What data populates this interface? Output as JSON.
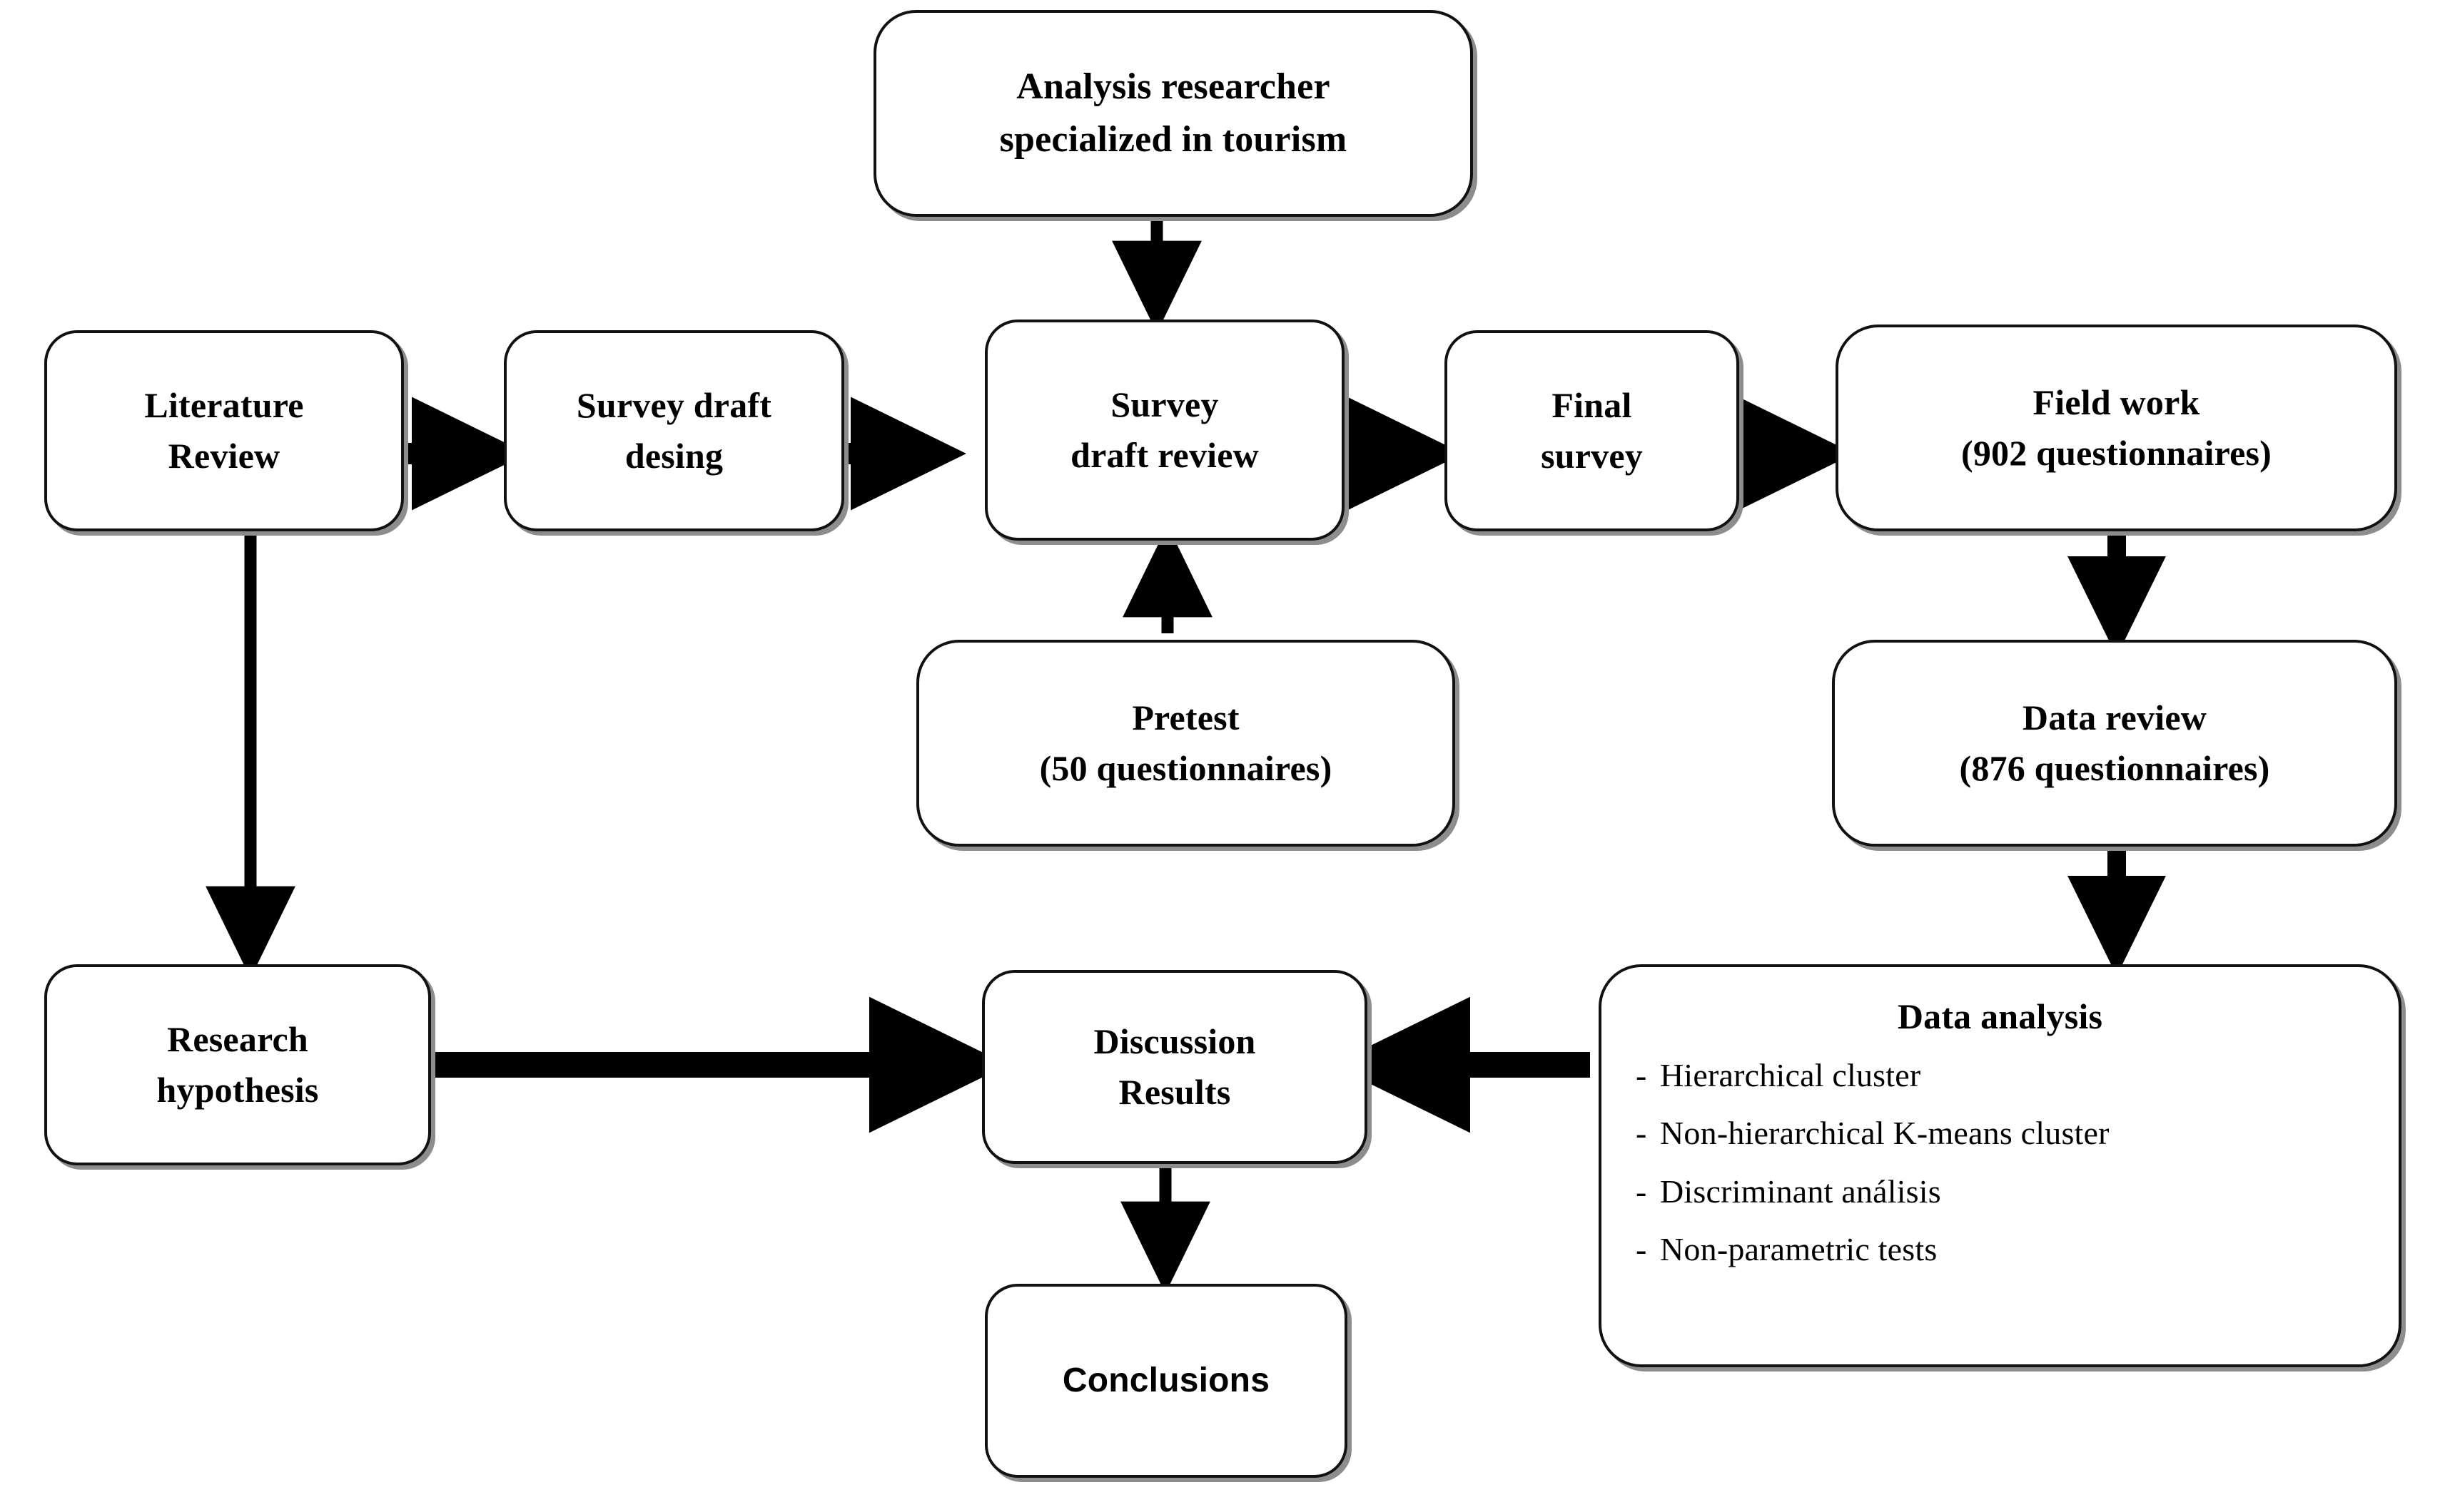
{
  "diagram": {
    "title": "Research methodology flowchart",
    "colors": {
      "box_border": "#111111",
      "box_fill": "#ffffff",
      "box_shadow": "#8d8d8d",
      "arrow": "#000000",
      "page_background": "#ffffff"
    },
    "nodes": {
      "analysis_researcher": {
        "line1": "Analysis  researcher",
        "line2": "specialized in tourism"
      },
      "literature_review": {
        "line1": "Literature",
        "line2": "Review"
      },
      "survey_draft_design": {
        "line1": "Survey draft",
        "line2": "desing"
      },
      "survey_draft_review": {
        "line1": "Survey",
        "line2": "draft review"
      },
      "final_survey": {
        "line1": "Final",
        "line2": "survey"
      },
      "field_work": {
        "line1": "Field work",
        "line2": "(902 questionnaires)"
      },
      "pretest": {
        "line1": "Pretest",
        "line2": "(50 questionnaires)"
      },
      "data_review": {
        "line1": "Data review",
        "line2": "(876 questionnaires)"
      },
      "research_hypothesis": {
        "line1": "Research",
        "line2": "hypothesis"
      },
      "discussion_results": {
        "line1": "Discussion",
        "line2": "Results"
      },
      "data_analysis": {
        "title": "Data analysis",
        "bullet_marker": "-",
        "items": [
          "Hierarchical cluster",
          "Non-hierarchical K-means cluster",
          "Discriminant análisis",
          "Non-parametric tests"
        ]
      },
      "conclusions": {
        "label": "Conclusions"
      }
    },
    "edges": [
      {
        "id": "researcher-to-draft-review",
        "from": "analysis_researcher",
        "to": "survey_draft_review",
        "direction": "down"
      },
      {
        "id": "literature-to-draft-design",
        "from": "literature_review",
        "to": "survey_draft_design",
        "direction": "right"
      },
      {
        "id": "draft-design-to-draft-review",
        "from": "survey_draft_design",
        "to": "survey_draft_review",
        "direction": "right"
      },
      {
        "id": "draft-review-to-final-survey",
        "from": "survey_draft_review",
        "to": "final_survey",
        "direction": "right"
      },
      {
        "id": "final-survey-to-field-work",
        "from": "final_survey",
        "to": "field_work",
        "direction": "right"
      },
      {
        "id": "pretest-to-draft-review",
        "from": "pretest",
        "to": "survey_draft_review",
        "direction": "up"
      },
      {
        "id": "field-work-to-data-review",
        "from": "field_work",
        "to": "data_review",
        "direction": "down"
      },
      {
        "id": "data-review-to-data-analysis",
        "from": "data_review",
        "to": "data_analysis",
        "direction": "down"
      },
      {
        "id": "literature-to-hypothesis",
        "from": "literature_review",
        "to": "research_hypothesis",
        "direction": "down"
      },
      {
        "id": "hypothesis-to-discussion",
        "from": "research_hypothesis",
        "to": "discussion_results",
        "direction": "right"
      },
      {
        "id": "data-analysis-to-discussion",
        "from": "data_analysis",
        "to": "discussion_results",
        "direction": "left"
      },
      {
        "id": "discussion-to-conclusions",
        "from": "discussion_results",
        "to": "conclusions",
        "direction": "down"
      }
    ]
  }
}
